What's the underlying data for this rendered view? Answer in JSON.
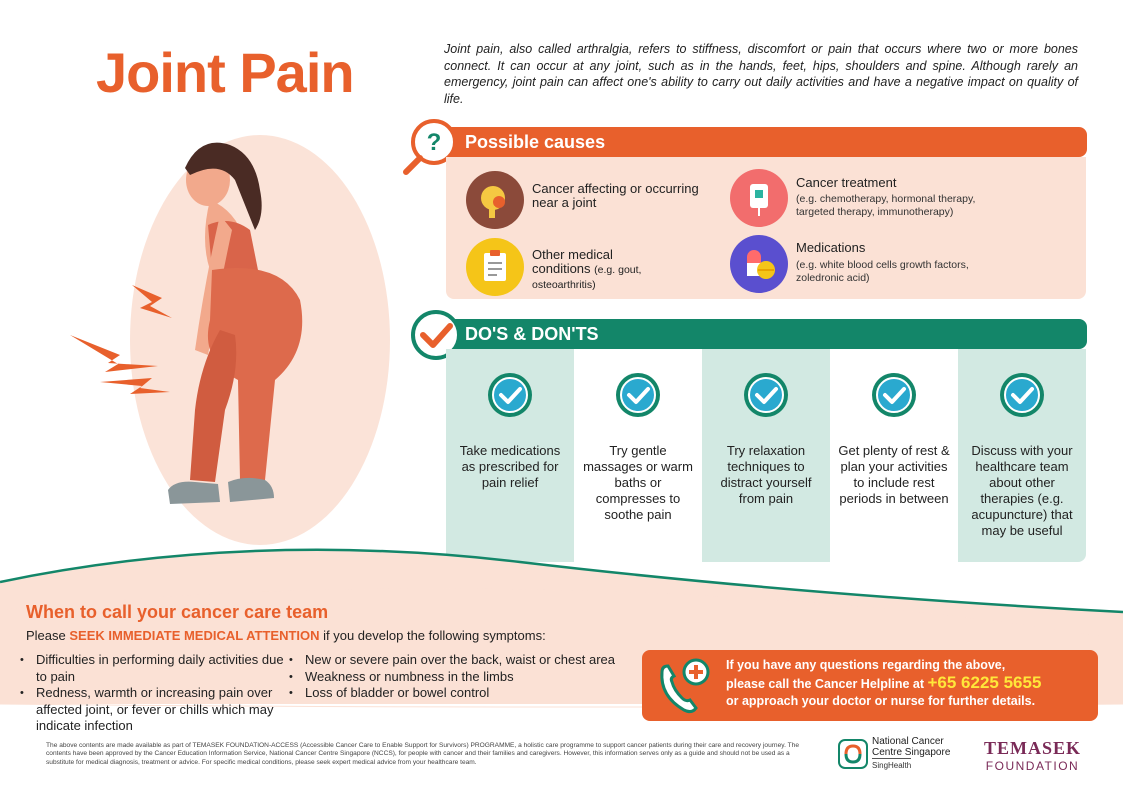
{
  "title": "Joint Pain",
  "intro": "Joint pain, also called arthralgia, refers to stiffness, discomfort or pain that occurs where two or more bones connect. It can occur at any joint, such as in the hands, feet, hips, shoulders and spine. Although rarely an emergency, joint pain can affect one's ability to carry out daily activities and have a negative impact on quality of life.",
  "causes": {
    "heading": "Possible causes",
    "items": [
      {
        "label": "Cancer affecting or occurring near a joint",
        "detail": ""
      },
      {
        "label": "Cancer treatment",
        "detail": "(e.g. chemotherapy, hormonal therapy, targeted therapy, immunotherapy)"
      },
      {
        "label": "Other medical conditions",
        "detail": "(e.g. gout, osteoarthritis)"
      },
      {
        "label": "Medications",
        "detail": "(e.g. white blood cells growth factors, zoledronic acid)"
      }
    ]
  },
  "dos": {
    "heading": "DO'S & DON'TS",
    "items": [
      "Take medications as prescribed for pain relief",
      "Try gentle massages or warm baths or compresses to soothe pain",
      "Try relaxation techniques to distract yourself from pain",
      "Get plenty of rest & plan your activities to include rest periods in between",
      "Discuss with your healthcare team about other therapies (e.g. acupuncture) that may be useful"
    ]
  },
  "call": {
    "heading": "When to call your cancer care team",
    "sub_prefix": "Please ",
    "sub_highlight": "SEEK IMMEDIATE MEDICAL ATTENTION",
    "sub_suffix": " if you develop the following symptoms:",
    "col1": [
      "Difficulties in performing daily activities due to pain",
      "Redness, warmth or increasing pain over affected joint, or fever or chills which may indicate infection"
    ],
    "col2": [
      "New or severe pain over the back, waist or chest area",
      "Weakness or numbness in the limbs",
      "Loss of bladder or bowel control"
    ]
  },
  "helpline": {
    "line1": "If you have any questions regarding the above,",
    "line2_prefix": "please call the Cancer Helpline at ",
    "number": "+65 6225 5655",
    "line3": "or approach your doctor or nurse for further details."
  },
  "disclaimer": "The above contents are made available as part of TEMASEK FOUNDATION-ACCESS (Accessible Cancer Care to Enable Support for Survivors) PROGRAMME, a holistic care programme to support cancer patients during their care and recovery journey. The contents have been approved by the Cancer Education Information Service, National Cancer Centre Singapore (NCCS), for people with cancer and their families and caregivers. However, this information serves only as a guide and should not be used as a substitute for medical diagnosis, treatment or advice. For specific medical conditions, please seek expert medical advice from your healthcare team.",
  "logos": {
    "ncc_line1": "National Cancer",
    "ncc_line2": "Centre Singapore",
    "ncc_line3": "SingHealth",
    "temasek_line1": "TEMASEK",
    "temasek_line2": "FOUNDATION"
  },
  "colors": {
    "orange": "#e8602c",
    "teal": "#138669",
    "peach": "#fbe1d5",
    "mint": "#d2e9e2",
    "yellow": "#ffe73a",
    "temasek": "#7a2a57"
  }
}
